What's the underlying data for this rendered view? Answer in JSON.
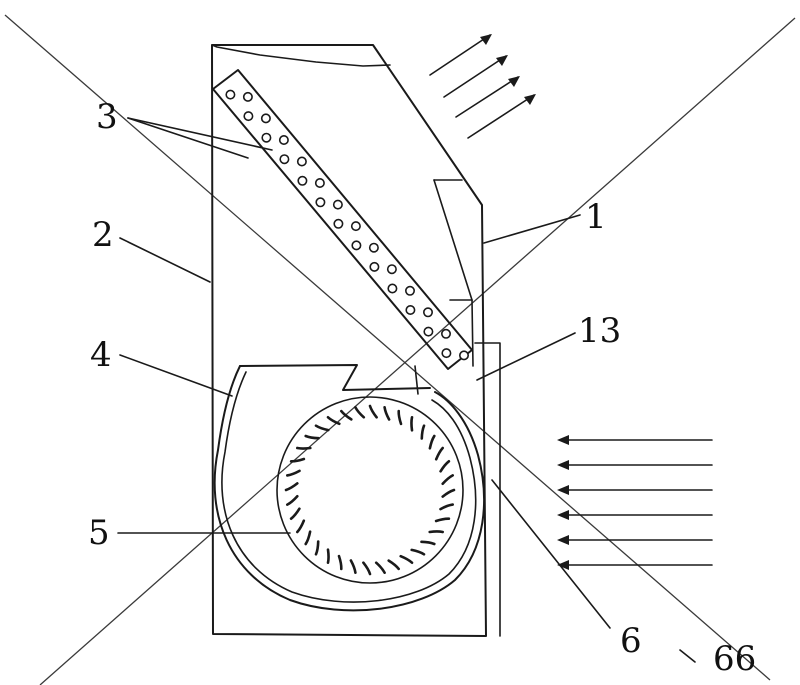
{
  "figure": {
    "labels": {
      "casing": "1",
      "housing": "2",
      "heat_exchanger": "3",
      "volute": "4",
      "fan": "5",
      "inlet_grille": "6",
      "bottom_right": "66",
      "outlet_plate": "13"
    }
  }
}
